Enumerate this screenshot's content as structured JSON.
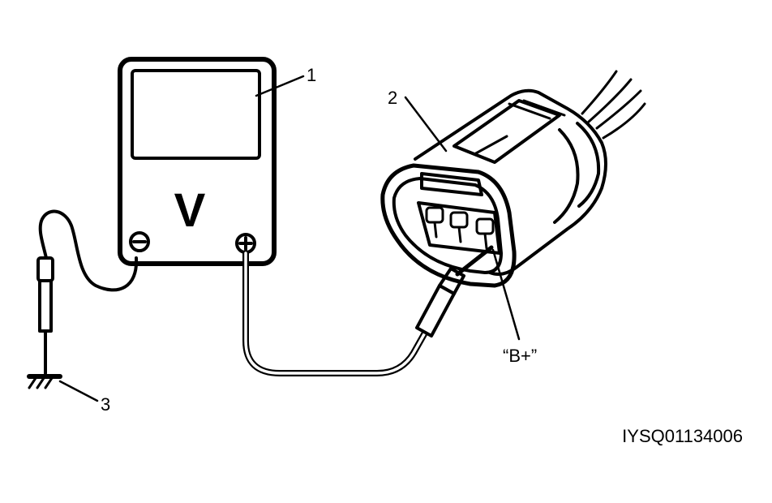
{
  "diagram": {
    "meter_symbol": "V",
    "minus_symbol": "−",
    "plus_symbol": "+",
    "callouts": {
      "meter": "1",
      "connector": "2",
      "ground": "3"
    },
    "terminal_label": "“B+”",
    "figure_code": "IYSQ01134006"
  },
  "colors": {
    "ink": "#000000",
    "background": "#ffffff"
  }
}
